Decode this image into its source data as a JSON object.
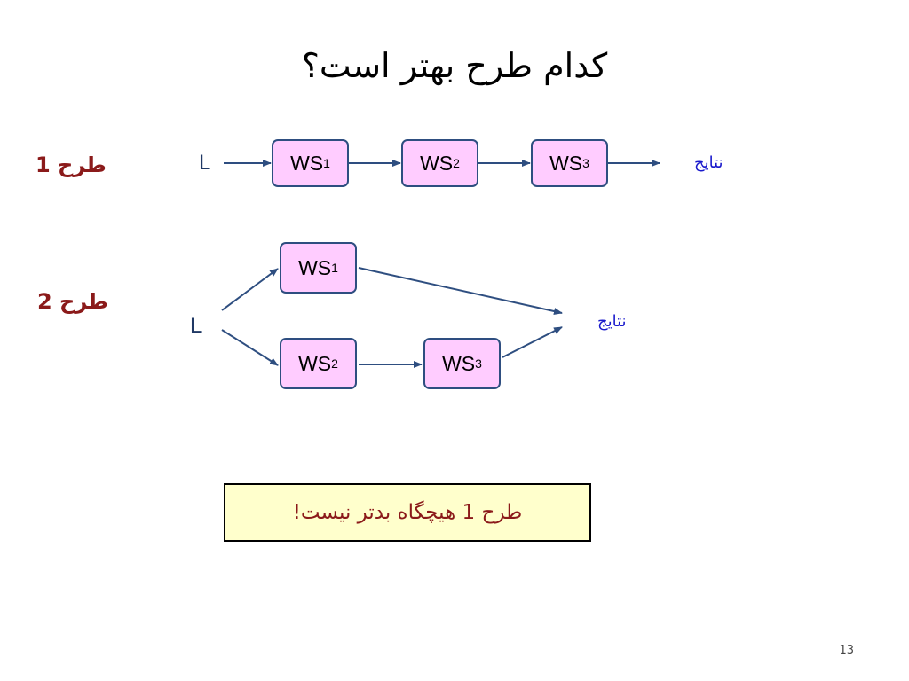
{
  "title": "کدام طرح بهتر است؟",
  "plan1": {
    "label": "طرح 1",
    "input": "L",
    "steps": [
      {
        "base": "WS",
        "sub": "1"
      },
      {
        "base": "WS",
        "sub": "2"
      },
      {
        "base": "WS",
        "sub": "3"
      }
    ],
    "result": "نتایج"
  },
  "plan2": {
    "label": "طرح 2",
    "input": "L",
    "steps": [
      {
        "base": "WS",
        "sub": "1"
      },
      {
        "base": "WS",
        "sub": "2"
      },
      {
        "base": "WS",
        "sub": "3"
      }
    ],
    "result": "نتایج"
  },
  "note": "طرح 1 هیچگاه بدتر نیست!",
  "page_number": "13",
  "colors": {
    "box_fill": "#ffccff",
    "box_border": "#2e4e80",
    "arrow": "#2e4e80",
    "plan_label": "#8b1a1a",
    "result_label": "#1a1acc",
    "note_fill": "#ffffcc"
  }
}
